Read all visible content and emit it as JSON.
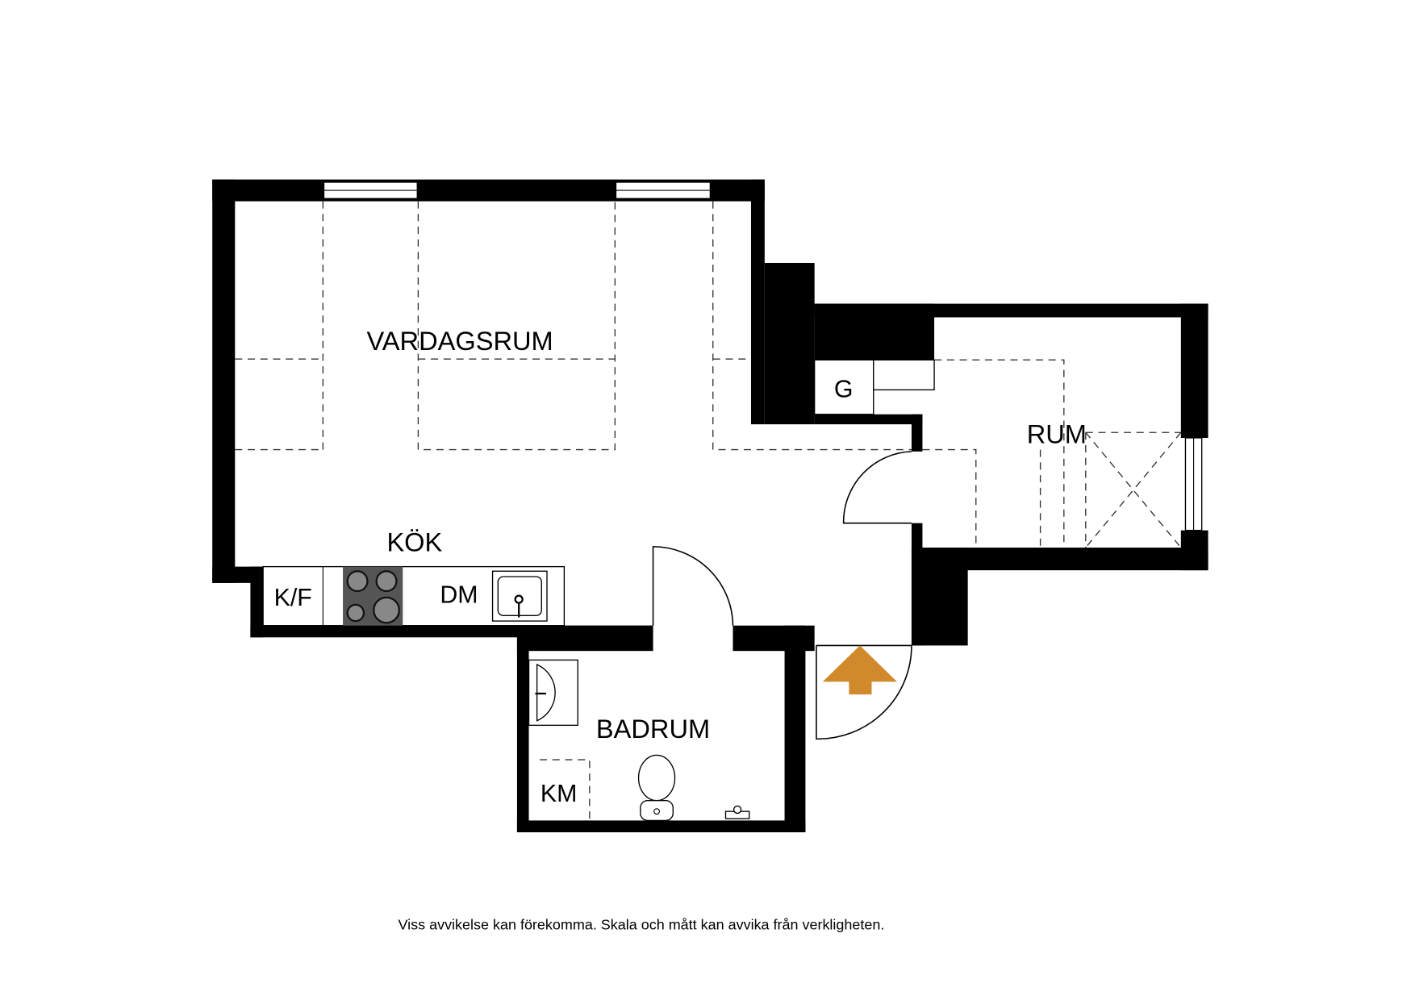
{
  "rooms": {
    "vardagsrum": "VARDAGSRUM",
    "kok": "KÖK",
    "rum": "RUM",
    "badrum": "BADRUM",
    "g": "G",
    "kf": "K/F",
    "dm": "DM",
    "km": "KM"
  },
  "disclaimer": "Viss avvikelse kan förekomma. Skala och mått kan avvika från verkligheten.",
  "colors": {
    "wall": "#000000",
    "entry_arrow": "#d08a2c",
    "stove": "#555555"
  }
}
